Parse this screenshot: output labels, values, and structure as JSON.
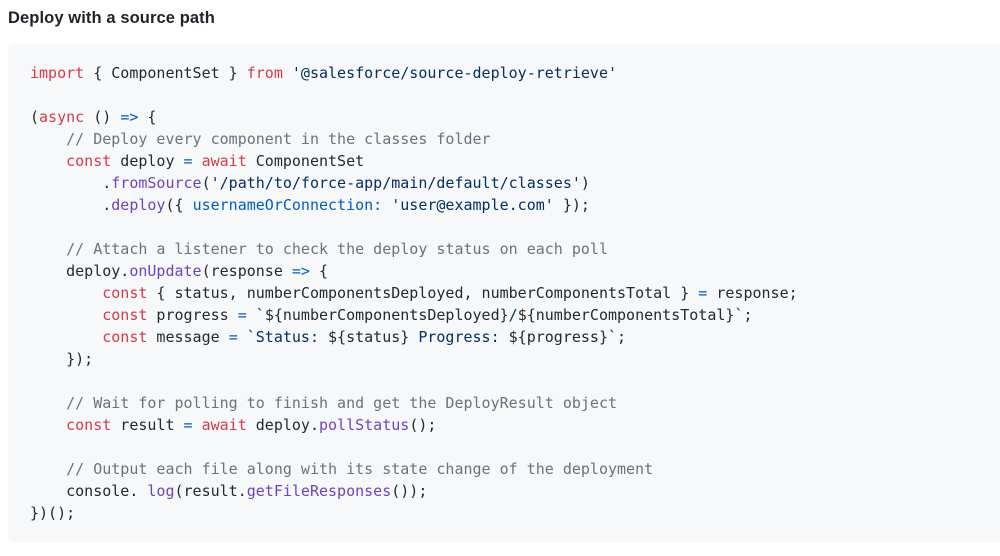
{
  "heading": "Deploy with a source path",
  "colors": {
    "heading_text": "#1f2329",
    "code_background": "#f6f8fa",
    "keyword": "#d73a49",
    "function_call": "#6f42c1",
    "string": "#032f62",
    "operator_property": "#005cc5",
    "comment": "#6a737d",
    "plain_text": "#24292e"
  },
  "code": {
    "language": "javascript",
    "lines": [
      [
        [
          "k",
          "import"
        ],
        [
          "p",
          " { ComponentSet } "
        ],
        [
          "k",
          "from"
        ],
        [
          "p",
          " "
        ],
        [
          "s",
          "'@salesforce/source-deploy-retrieve'"
        ]
      ],
      [],
      [
        [
          "p",
          "("
        ],
        [
          "k",
          "async"
        ],
        [
          "p",
          " () "
        ],
        [
          "b",
          "=>"
        ],
        [
          "p",
          " {"
        ]
      ],
      [
        [
          "c",
          "    // Deploy every component in the classes folder"
        ]
      ],
      [
        [
          "p",
          "    "
        ],
        [
          "k",
          "const"
        ],
        [
          "p",
          " deploy "
        ],
        [
          "b",
          "="
        ],
        [
          "p",
          " "
        ],
        [
          "k",
          "await"
        ],
        [
          "p",
          " ComponentSet"
        ]
      ],
      [
        [
          "p",
          "        ."
        ],
        [
          "f",
          "fromSource"
        ],
        [
          "p",
          "("
        ],
        [
          "s",
          "'/path/to/force-app/main/default/classes'"
        ],
        [
          "p",
          ")"
        ]
      ],
      [
        [
          "p",
          "        ."
        ],
        [
          "f",
          "deploy"
        ],
        [
          "p",
          "({ "
        ],
        [
          "b",
          "usernameOrConnection:"
        ],
        [
          "p",
          " "
        ],
        [
          "s",
          "'user@example.com'"
        ],
        [
          "p",
          " });"
        ]
      ],
      [],
      [
        [
          "c",
          "    // Attach a listener to check the deploy status on each poll"
        ]
      ],
      [
        [
          "p",
          "    deploy."
        ],
        [
          "f",
          "onUpdate"
        ],
        [
          "p",
          "(response "
        ],
        [
          "b",
          "=>"
        ],
        [
          "p",
          " {"
        ]
      ],
      [
        [
          "p",
          "        "
        ],
        [
          "k",
          "const"
        ],
        [
          "p",
          " { status, numberComponentsDeployed, numberComponentsTotal } "
        ],
        [
          "b",
          "="
        ],
        [
          "p",
          " response;"
        ]
      ],
      [
        [
          "p",
          "        "
        ],
        [
          "k",
          "const"
        ],
        [
          "p",
          " progress "
        ],
        [
          "b",
          "="
        ],
        [
          "p",
          " "
        ],
        [
          "s",
          "`"
        ],
        [
          "p",
          "${numberComponentsDeployed}"
        ],
        [
          "s",
          "/"
        ],
        [
          "p",
          "${numberComponentsTotal}"
        ],
        [
          "s",
          "`"
        ],
        [
          "p",
          ";"
        ]
      ],
      [
        [
          "p",
          "        "
        ],
        [
          "k",
          "const"
        ],
        [
          "p",
          " message "
        ],
        [
          "b",
          "="
        ],
        [
          "p",
          " "
        ],
        [
          "s",
          "`Status: "
        ],
        [
          "p",
          "${status}"
        ],
        [
          "s",
          " Progress: "
        ],
        [
          "p",
          "${progress}"
        ],
        [
          "s",
          "`"
        ],
        [
          "p",
          ";"
        ]
      ],
      [
        [
          "p",
          "    });"
        ]
      ],
      [],
      [
        [
          "c",
          "    // Wait for polling to finish and get the DeployResult object"
        ]
      ],
      [
        [
          "p",
          "    "
        ],
        [
          "k",
          "const"
        ],
        [
          "p",
          " result "
        ],
        [
          "b",
          "="
        ],
        [
          "p",
          " "
        ],
        [
          "k",
          "await"
        ],
        [
          "p",
          " deploy."
        ],
        [
          "f",
          "pollStatus"
        ],
        [
          "p",
          "();"
        ]
      ],
      [],
      [
        [
          "c",
          "    // Output each file along with its state change of the deployment"
        ]
      ],
      [
        [
          "p",
          "    console. "
        ],
        [
          "f",
          "log"
        ],
        [
          "p",
          "(result."
        ],
        [
          "f",
          "getFileResponses"
        ],
        [
          "p",
          "());"
        ]
      ],
      [
        [
          "p",
          "})();"
        ]
      ]
    ]
  }
}
